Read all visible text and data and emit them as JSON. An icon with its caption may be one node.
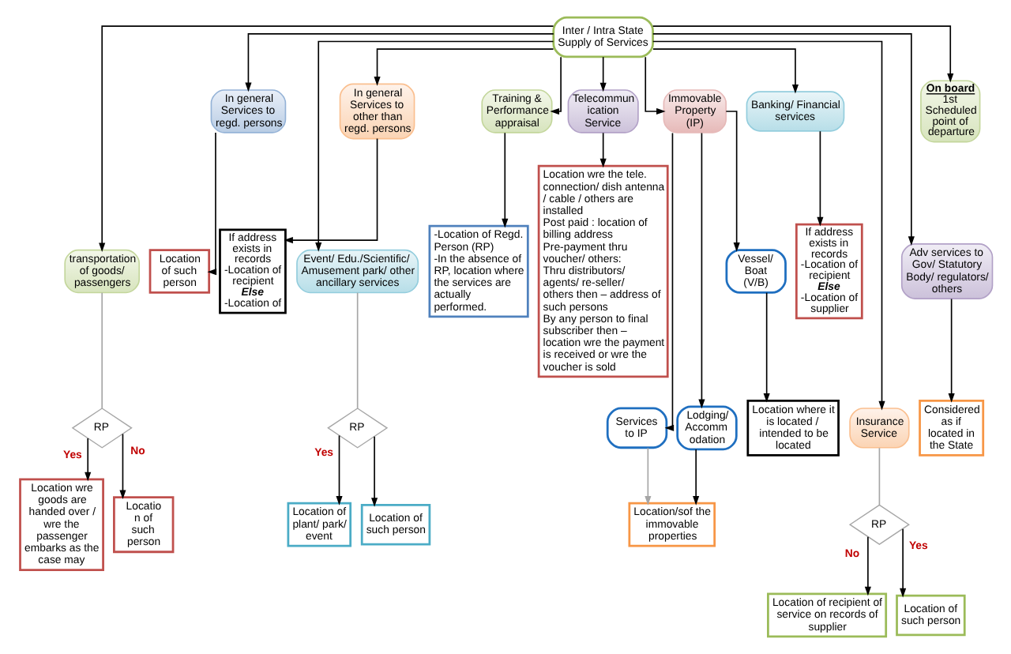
{
  "diagram": {
    "nodes": [
      {
        "text": [
          "Inter / Intra State Supply of Services"
        ]
      },
      {
        "text": [
          "In general Services to regd. persons"
        ]
      },
      {
        "text": [
          "In general Services to other than regd. persons"
        ]
      },
      {
        "text": [
          "Training & Performance appraisal"
        ]
      },
      {
        "text": [
          "Telecommun ication Service"
        ]
      },
      {
        "text": [
          "Immovable Property (IP)"
        ]
      },
      {
        "text": [
          "Banking/ Financial services"
        ]
      },
      {
        "text": [
          "On board",
          "1st Scheduled point of departure"
        ]
      },
      {
        "text": [
          "Location of such person"
        ]
      },
      {
        "text": [
          "If address exists in records",
          "-Location of recipient",
          "Else",
          "-Location of"
        ]
      },
      {
        "text": [
          "-Location of Regd. Person (RP)",
          "-In the absence of RP, location where the services are actually performed."
        ]
      },
      {
        "text": [
          "Location wre the tele. connection/ dish antenna / cable / others are installed",
          "Post paid : location of billing address",
          "Pre-payment thru voucher/ others:",
          "Thru distributors/ agents/ re-seller/ others then – address of such persons",
          "By any person to final subscriber then – location wre the payment is received or wre the voucher is sold"
        ]
      },
      {
        "text": [
          "Services to IP"
        ]
      },
      {
        "text": [
          "Vessel/ Boat (V/B)"
        ]
      },
      {
        "text": [
          "If address exists in records",
          "-Location of recipient",
          "Else",
          "-Location of supplier"
        ]
      },
      {
        "text": [
          "Adv services to Gov/ Statutory Body/ regulators/ others"
        ]
      },
      {
        "text": [
          "transportation of goods/ passengers"
        ]
      },
      {
        "text": [
          "Event/ Edu./Scientific/ Amusement park/ other ancillary services"
        ]
      },
      {
        "text": [
          "Lodging/ Accomm odation"
        ]
      },
      {
        "text": [
          "Considered as if located in the State"
        ]
      },
      {
        "text": [
          "RP"
        ]
      },
      {
        "text": [
          "RP"
        ]
      },
      {
        "text": [
          "Location/sof the immovable properties"
        ]
      },
      {
        "text": [
          "Location where it is located / intended to be located"
        ]
      },
      {
        "text": [
          "Insurance Service"
        ]
      },
      {
        "text": [
          "RP"
        ]
      },
      {
        "text": [
          "Location wre goods are handed over / wre the passenger embarks as the case may"
        ]
      },
      {
        "text": [
          "Locatio n of such person"
        ]
      },
      {
        "text": [
          "Location of plant/ park/ event"
        ]
      },
      {
        "text": [
          "Location of such person"
        ]
      },
      {
        "text": [
          "Location of recipient of service on records of supplier"
        ]
      },
      {
        "text": [
          "Location of such person"
        ]
      }
    ],
    "edges": [
      {
        "from": 0,
        "to": 16,
        "arrow": "to"
      },
      {
        "from": 0,
        "to": 1,
        "arrow": "to"
      },
      {
        "from": 0,
        "to": 2,
        "arrow": "to"
      },
      {
        "from": 0,
        "to": 17,
        "arrow": "to"
      },
      {
        "from": 0,
        "to": 3,
        "arrow": "to"
      },
      {
        "from": 0,
        "to": 4,
        "arrow": "to"
      },
      {
        "from": 0,
        "to": 5,
        "arrow": "to"
      },
      {
        "from": 0,
        "to": 6,
        "arrow": "to"
      },
      {
        "from": 0,
        "to": 24,
        "arrow": "to"
      },
      {
        "from": 0,
        "to": 15,
        "arrow": "to"
      },
      {
        "from": 0,
        "to": 7,
        "arrow": "to"
      },
      {
        "from": 1,
        "to": 8,
        "arrow": "to"
      },
      {
        "from": 2,
        "to": 9,
        "arrow": "to"
      },
      {
        "from": 3,
        "to": 10,
        "arrow": "to"
      },
      {
        "from": 4,
        "to": 11,
        "arrow": "to"
      },
      {
        "from": 5,
        "to": 12,
        "arrow": "to"
      },
      {
        "from": 5,
        "to": 18,
        "arrow": "to"
      },
      {
        "from": 5,
        "to": 13,
        "arrow": "to"
      },
      {
        "from": 6,
        "to": 14,
        "arrow": "to"
      },
      {
        "from": 15,
        "to": 19,
        "arrow": "to"
      },
      {
        "from": 16,
        "to": 20,
        "arrow": "none",
        "color": "#a6a6a6"
      },
      {
        "from": 17,
        "to": 21,
        "arrow": "none",
        "color": "#a6a6a6"
      },
      {
        "from": 20,
        "to": 26,
        "arrow": "to",
        "label": "Yes"
      },
      {
        "from": 20,
        "to": 27,
        "arrow": "to",
        "label": "No"
      },
      {
        "from": 21,
        "to": 28,
        "arrow": "to",
        "label": "Yes"
      },
      {
        "from": 21,
        "to": 29,
        "arrow": "to"
      },
      {
        "from": 12,
        "to": 22,
        "arrow": "to",
        "color": "#a6a6a6"
      },
      {
        "from": 18,
        "to": 22,
        "arrow": "to"
      },
      {
        "from": 13,
        "to": 23,
        "arrow": "to"
      },
      {
        "from": 24,
        "to": 25,
        "arrow": "none",
        "color": "#a6a6a6"
      },
      {
        "from": 25,
        "to": 30,
        "arrow": "to",
        "label": "No"
      },
      {
        "from": 25,
        "to": 31,
        "arrow": "to",
        "label": "Yes"
      }
    ]
  }
}
